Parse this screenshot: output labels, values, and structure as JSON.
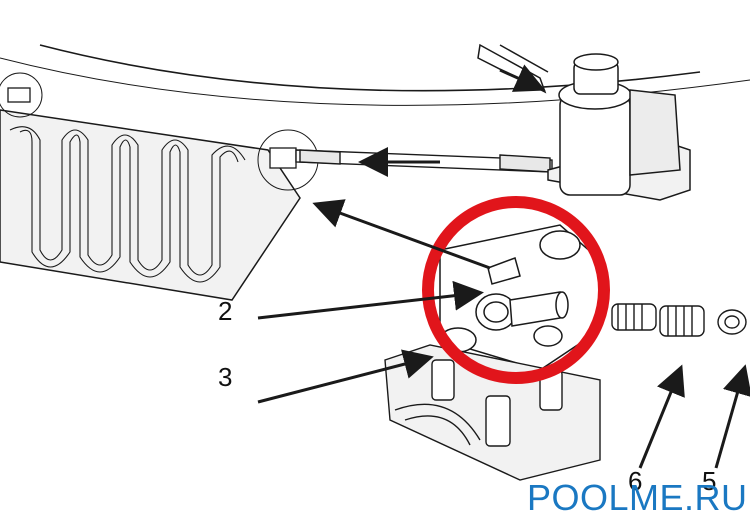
{
  "callouts": {
    "two": "2",
    "three": "3",
    "six": "6",
    "five": "5"
  },
  "watermark": "POOLME.RU",
  "colors": {
    "line": "#1a1a1a",
    "highlight_ring": "#e1151b",
    "watermark": "#1a78c2",
    "panel_fill": "#f2f2f2"
  },
  "icons": {
    "arrow": "arrow-icon",
    "highlight": "circle-highlight-icon"
  }
}
